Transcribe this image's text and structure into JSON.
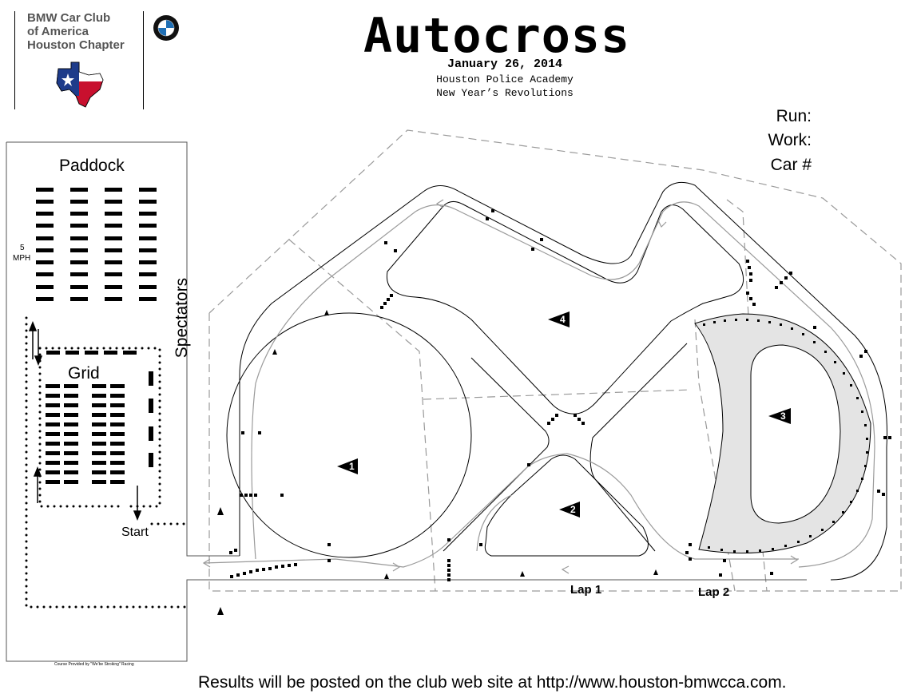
{
  "header": {
    "org_lines": [
      "BMW Car Club",
      "of America",
      "Houston Chapter"
    ],
    "title": "Autocross",
    "date": "January 26, 2014",
    "venue": "Houston Police Academy",
    "event_name": "New Year’s Revolutions"
  },
  "fields": {
    "run_label": "Run:",
    "work_label": "Work:",
    "car_label": "Car #"
  },
  "areas": {
    "paddock": "Paddock",
    "speed_limit_number": "5",
    "speed_limit_unit": "MPH",
    "grid": "Grid",
    "start": "Start",
    "spectators": "Spectators"
  },
  "course": {
    "sections": [
      "1",
      "2",
      "3",
      "4"
    ],
    "lap1": "Lap 1",
    "lap2": "Lap 2"
  },
  "footer": {
    "credit": "Course Provided by \"We’be Stroking\" Racing",
    "results": "Results will be posted on the club web site at http://www.houston-bmwcca.com."
  },
  "colors": {
    "boundary_dash": "#9a9a9a",
    "track": "#000000",
    "racing_line": "#9a9a9a",
    "shaded_area": "#e4e4e4",
    "flag_blue": "#1d3b8a",
    "flag_red": "#c8102e"
  },
  "icons": [
    "bmw-roundel-icon",
    "texas-flag-map-icon",
    "cone-icon",
    "direction-arrow-icon",
    "section-marker-icon"
  ]
}
